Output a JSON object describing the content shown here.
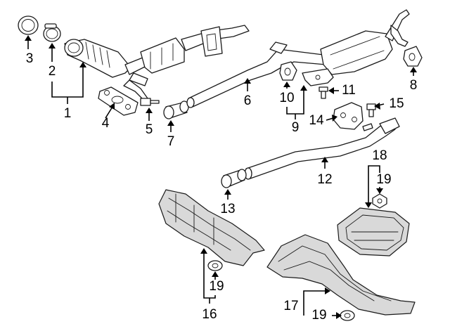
{
  "callouts": {
    "c1": "1",
    "c2": "2",
    "c3": "3",
    "c4": "4",
    "c5": "5",
    "c6": "6",
    "c7": "7",
    "c8": "8",
    "c9": "9",
    "c10": "10",
    "c11": "11",
    "c12": "12",
    "c13": "13",
    "c14": "14",
    "c15": "15",
    "c16": "16",
    "c17": "17",
    "c18": "18",
    "c19a": "19",
    "c19b": "19",
    "c19c": "19"
  }
}
